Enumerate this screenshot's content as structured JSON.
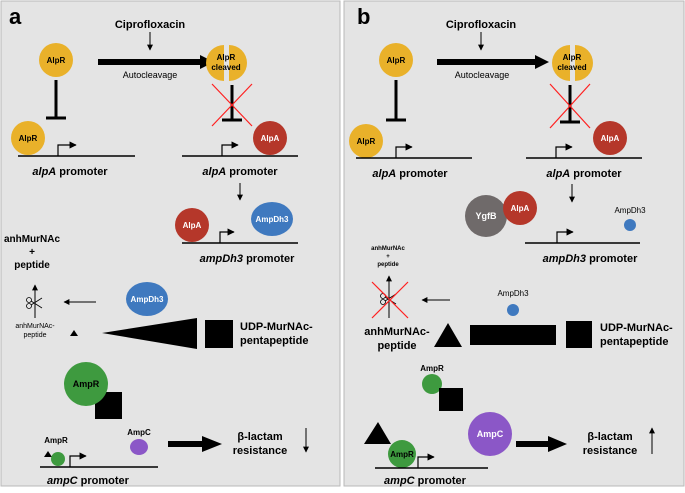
{
  "colors": {
    "panel": "#e4e4e4",
    "alpR": "#e9b12a",
    "alpA": "#b5372a",
    "ampDh3": "#3f79bf",
    "ampR": "#3e9a3f",
    "ampC": "#8b57c7",
    "ygfB": "#6f6a6a",
    "cross": "#ff1f1f",
    "ink": "#000000"
  },
  "panel_a": {
    "label": "a",
    "ciprofloxacin": "Ciprofloxacin",
    "autocleavage": "Autocleavage",
    "alpr": "AlpR",
    "alpr_bound": "AlpR",
    "alpr_cleaved_1": "AlpR",
    "alpr_cleaved_2": "cleaved",
    "alpa_1": "AlpA",
    "alpa_2": "AlpA",
    "ampdh3_bound": "AmpDh3",
    "ampdh3_free": "AmpDh3",
    "alpa_promoter_1_italic": "alpA",
    "alpa_promoter_1_rest": " promoter",
    "alpa_promoter_2_italic": "alpA",
    "alpa_promoter_2_rest": " promoter",
    "ampdh3_promoter_italic": "ampDh3",
    "ampdh3_promoter_rest": " promoter",
    "product_line1": "anhMurNAc",
    "product_line2": "+",
    "product_line3": "peptide",
    "substrate_small_line1": "anhMurNAc-",
    "substrate_small_line2": "peptide",
    "udp_line1": "UDP-MurNAc-",
    "udp_line2": "pentapeptide",
    "ampr_big": "AmpR",
    "ampr_small": "AmpR",
    "ampc": "AmpC",
    "resistance_line1": "β-lactam",
    "resistance_line2": "resistance",
    "ampc_promoter_italic": "ampC",
    "ampc_promoter_rest": " promoter"
  },
  "panel_b": {
    "label": "b",
    "ciprofloxacin": "Ciprofloxacin",
    "autocleavage": "Autocleavage",
    "alpr": "AlpR",
    "alpr_bound": "AlpR",
    "alpr_cleaved_1": "AlpR",
    "alpr_cleaved_2": "cleaved",
    "alpa_1": "AlpA",
    "alpa_2": "AlpA",
    "ygfb": "YgfB",
    "ampdh3_1": "AmpDh3",
    "ampdh3_2": "AmpDh3",
    "alpa_promoter_1_italic": "alpA",
    "alpa_promoter_1_rest": " promoter",
    "alpa_promoter_2_italic": "alpA",
    "alpa_promoter_2_rest": " promoter",
    "ampdh3_promoter_italic": "ampDh3",
    "ampdh3_promoter_rest": " promoter",
    "product_line1": "anhMurNAc",
    "product_line2": "+",
    "product_line3": "peptide",
    "substrate_line1": "anhMurNAc-",
    "substrate_line2": "peptide",
    "udp_line1": "UDP-MurNAc-",
    "udp_line2": "pentapeptide",
    "ampr_free": "AmpR",
    "ampr_bound": "AmpR",
    "ampc": "AmpC",
    "resistance_line1": "β-lactam",
    "resistance_line2": "resistance",
    "ampc_promoter_italic": "ampC",
    "ampc_promoter_rest": " promoter"
  }
}
